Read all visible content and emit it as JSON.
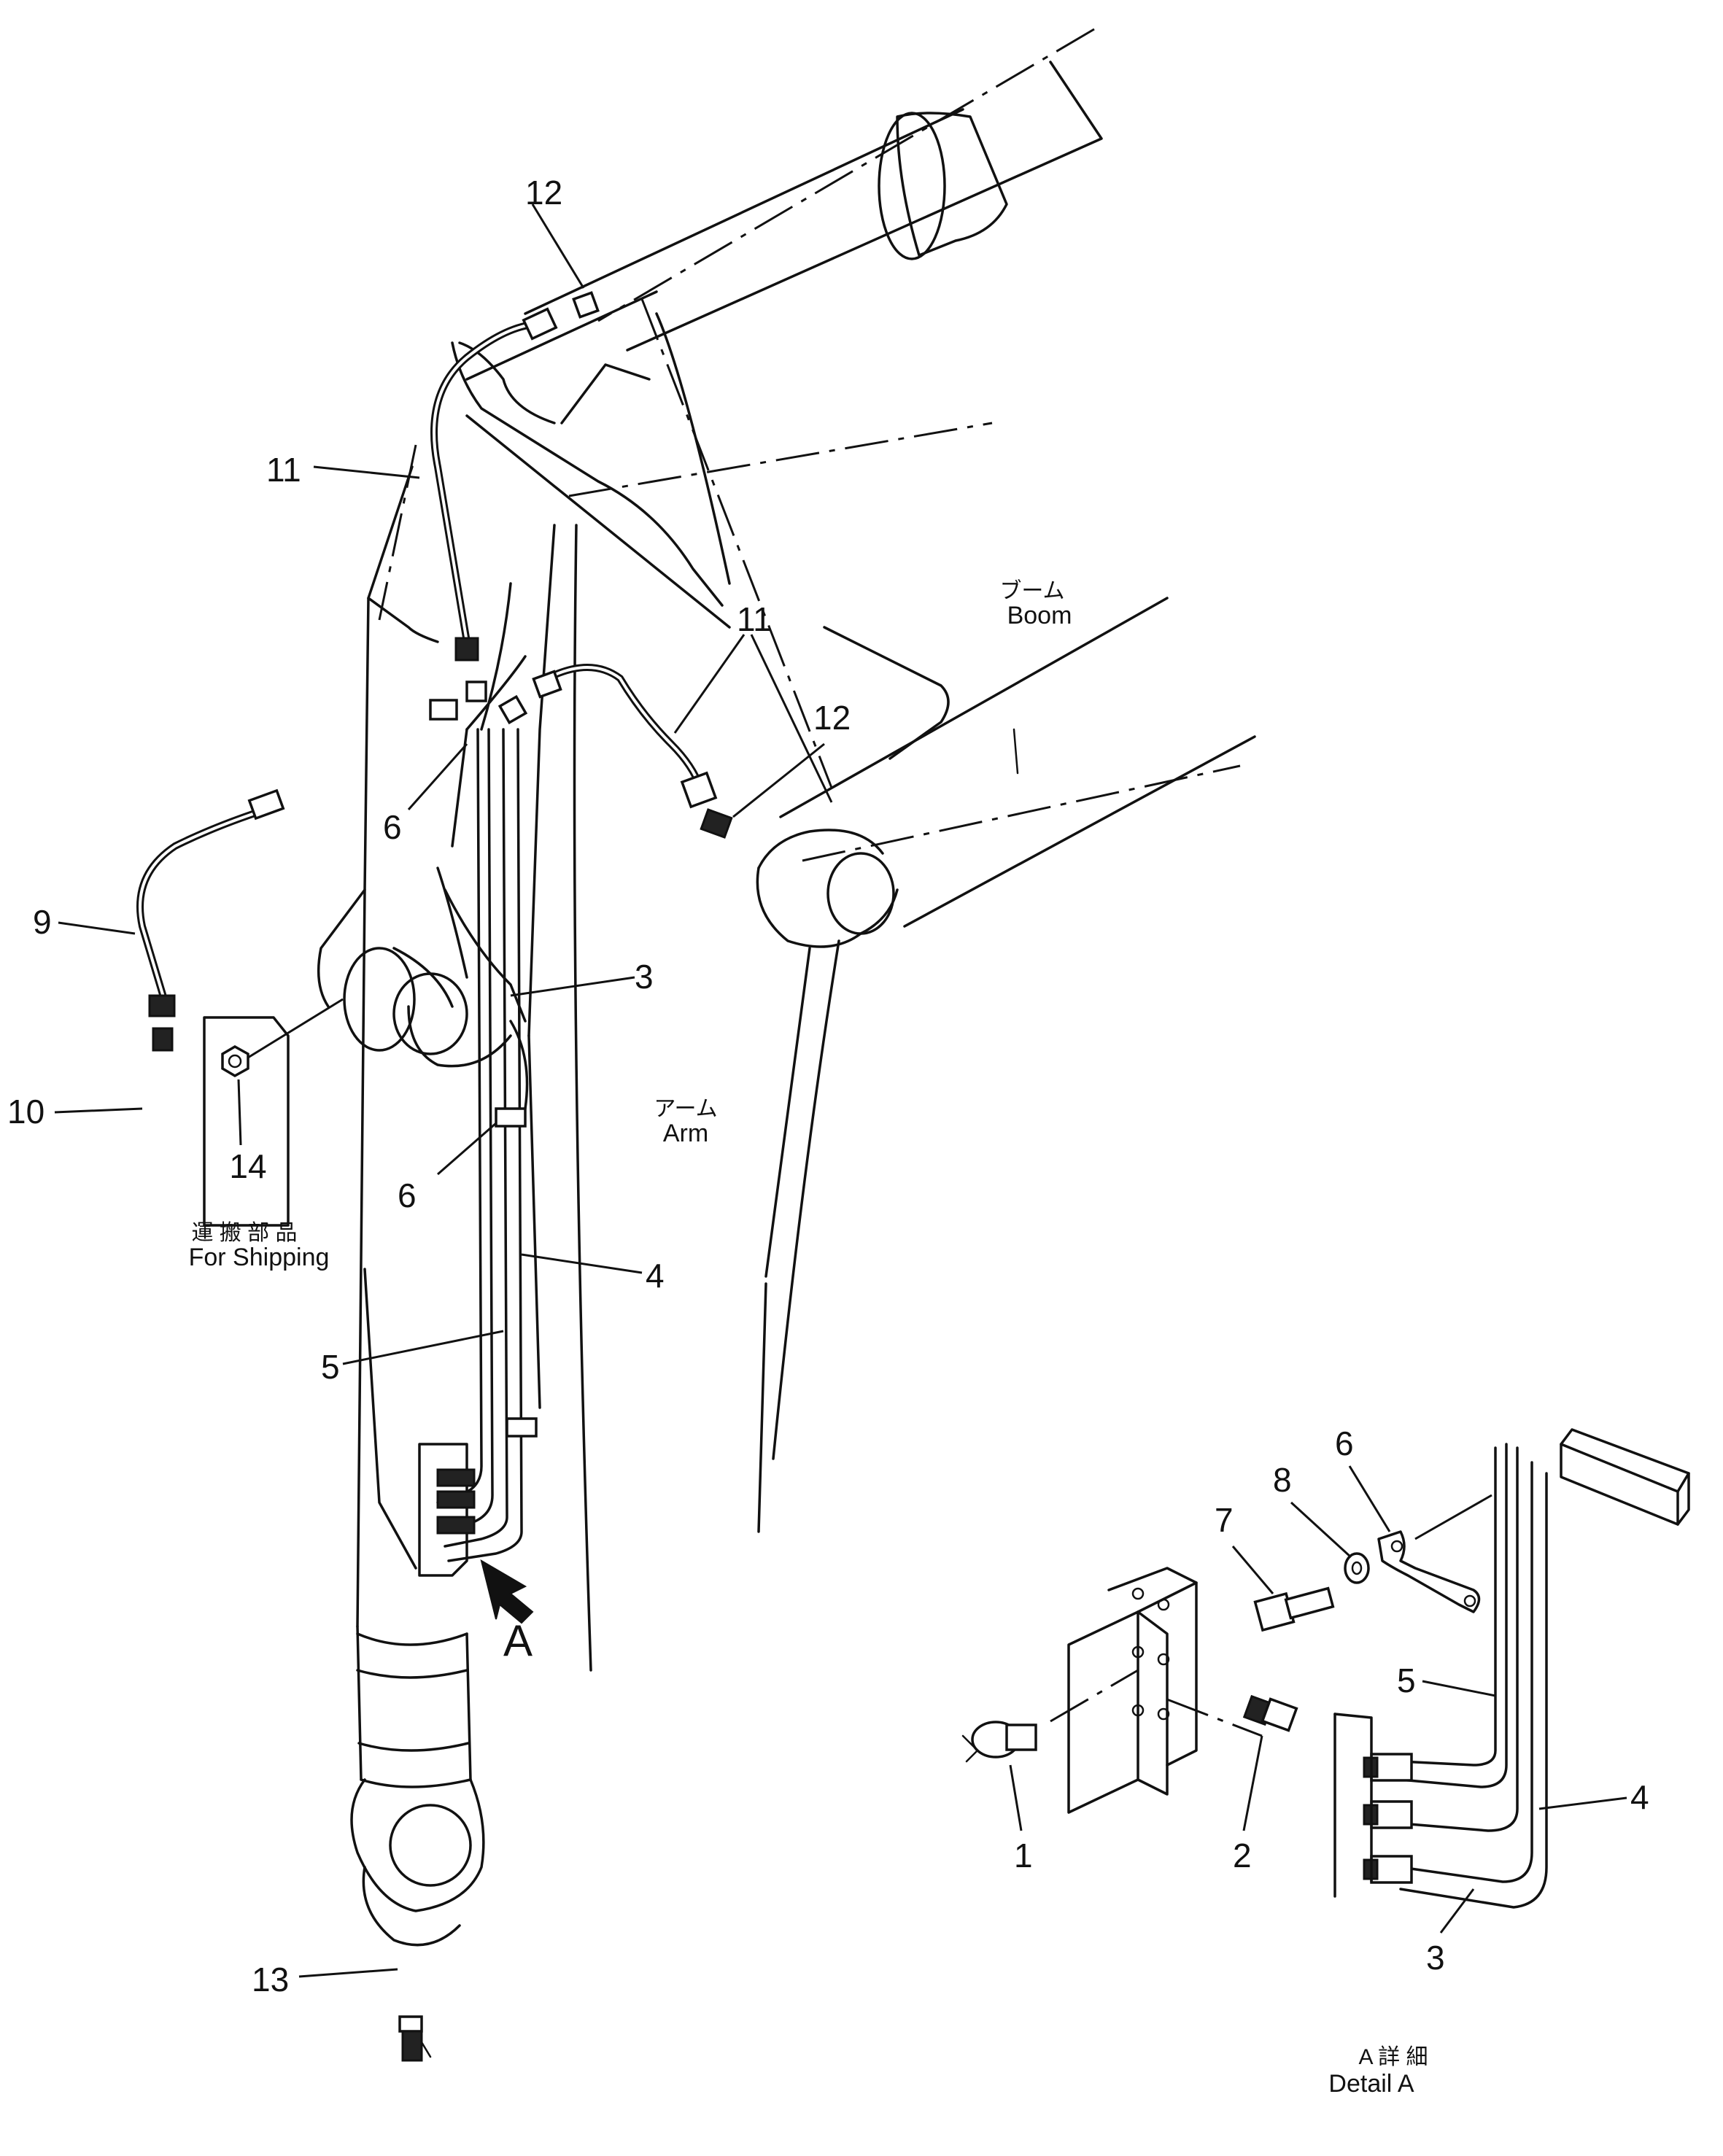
{
  "part_labels": {
    "p1": "1",
    "p2": "2",
    "p3_main": "3",
    "p3_detail": "3",
    "p4_main": "4",
    "p4_detail": "4",
    "p5_main": "5",
    "p5_detail": "5",
    "p6_top": "6",
    "p6_mid": "6",
    "p6_detail": "6",
    "p7": "7",
    "p8": "8",
    "p9": "9",
    "p10": "10",
    "p11_left": "11",
    "p11_right": "11",
    "p12_top": "12",
    "p12_right": "12",
    "p13": "13",
    "p14": "14"
  },
  "arrow_label": "A",
  "boom": {
    "jp": "ブーム",
    "en": "Boom"
  },
  "arm": {
    "jp": "アーム",
    "en": "Arm"
  },
  "shipping": {
    "jp": "運 搬 部 品",
    "en": "For Shipping"
  },
  "detail": {
    "jp": "A 詳 細",
    "en": "Detail A"
  }
}
